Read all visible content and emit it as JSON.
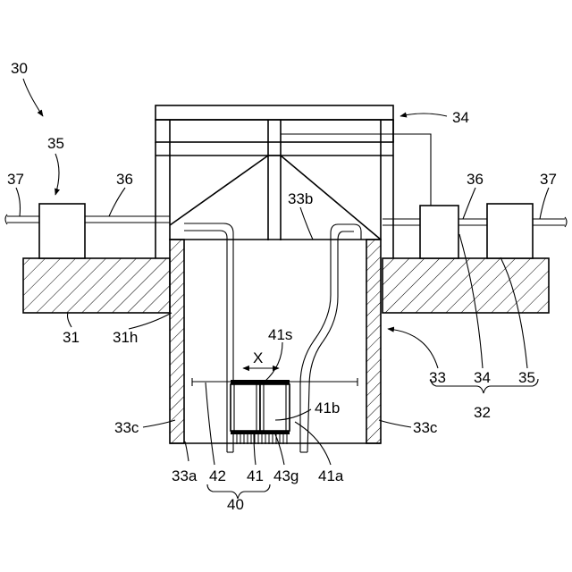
{
  "labels": {
    "ref_30": "30",
    "ref_35_left": "35",
    "ref_37_left": "37",
    "ref_36_left": "36",
    "ref_34_top": "34",
    "ref_33b": "33b",
    "ref_36_right": "36",
    "ref_37_right": "37",
    "ref_31": "31",
    "ref_31h": "31h",
    "ref_41s": "41s",
    "ref_x": "X",
    "ref_41b": "41b",
    "ref_33c_left": "33c",
    "ref_33c_right": "33c",
    "ref_33_group": "33",
    "ref_34_group": "34",
    "ref_35_group": "35",
    "ref_32": "32",
    "ref_33a": "33a",
    "ref_42": "42",
    "ref_41": "41",
    "ref_43g": "43g",
    "ref_41a": "41a",
    "ref_40": "40"
  }
}
